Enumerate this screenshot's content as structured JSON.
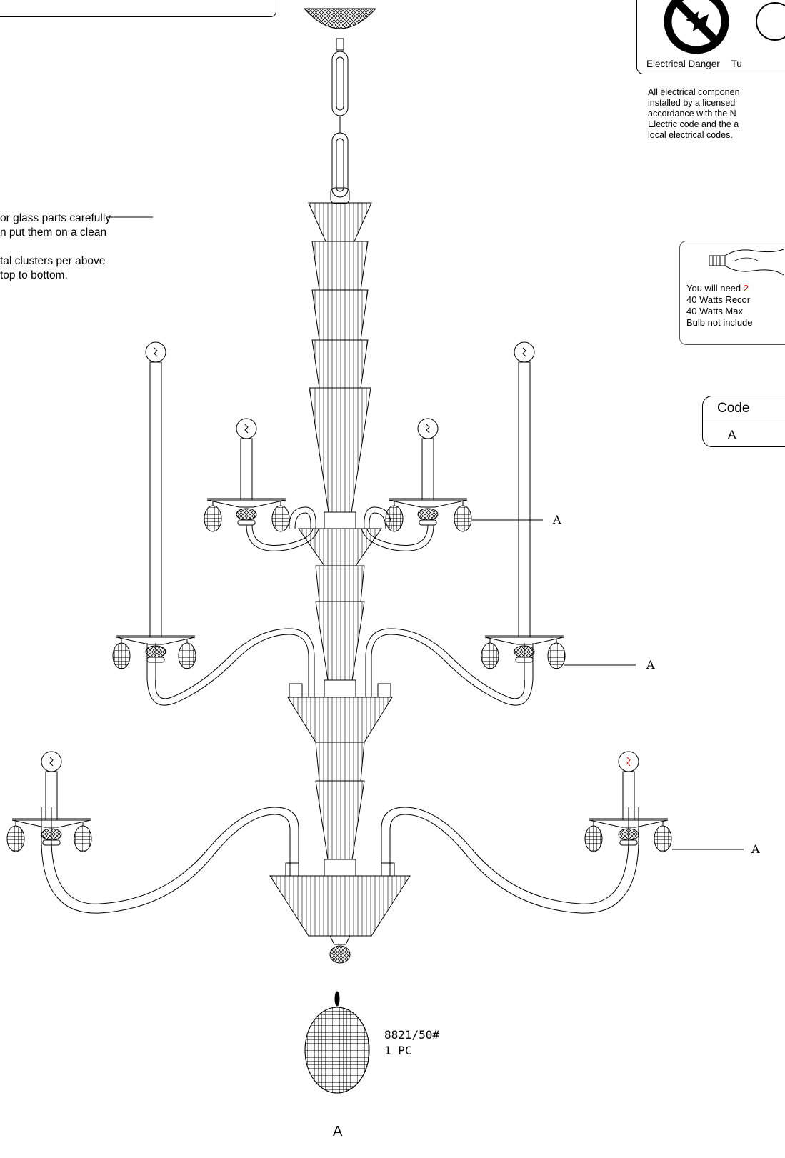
{
  "warning": {
    "labels": [
      "Electrical Danger",
      "Tu"
    ],
    "note": [
      "All electrical componen",
      "installed by a licensed",
      "accordance with the N",
      "Electric code and the a",
      "local electrical codes."
    ]
  },
  "instructions": {
    "lines": [
      "or glass parts carefully",
      "n put them on a clean",
      "",
      "tal clusters per above",
      "top to bottom."
    ]
  },
  "bulb": {
    "line1_prefix": "You will need ",
    "line1_red": "2",
    "line2": "40 Watts Recor",
    "line3": "40 Watts Max",
    "line4": "Bulb not include"
  },
  "code_table": {
    "header": "Code",
    "row": "A"
  },
  "callouts": [
    "A",
    "A",
    "A"
  ],
  "part": {
    "code": "8821/50#",
    "qty": "1 PC",
    "label": "A"
  },
  "colors": {
    "ink": "#000000",
    "accent": "#e00000",
    "faded": "#555555"
  },
  "icons": [
    "no-electrical-danger-icon",
    "light-bulb-icon",
    "crystal-pendant-icon",
    "chandelier-drawing"
  ]
}
